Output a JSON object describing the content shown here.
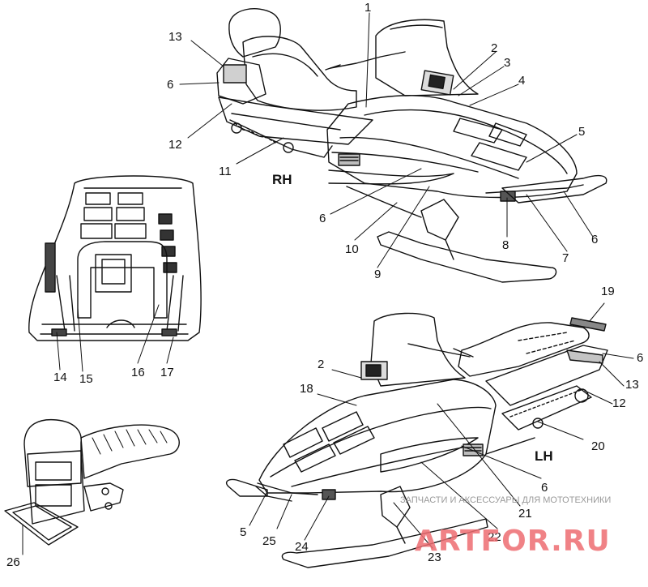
{
  "view_labels": {
    "rh": "RH",
    "lh": "LH"
  },
  "callouts": {
    "c1": "1",
    "c2": "2",
    "c3": "3",
    "c4": "4",
    "c5": "5",
    "c6": "6",
    "c7": "7",
    "c8": "8",
    "c9": "9",
    "c10": "10",
    "c11": "11",
    "c12": "12",
    "c13": "13",
    "c14": "14",
    "c15": "15",
    "c16": "16",
    "c17": "17",
    "c18": "18",
    "c19": "19",
    "c20": "20",
    "c21": "21",
    "c22": "22",
    "c23": "23",
    "c24": "24",
    "c25": "25",
    "c26": "26"
  },
  "watermark": {
    "tagline": "ЗАПЧАСТИ И АКСЕССУАРЫ ДЛЯ МОТОТЕХНИКИ",
    "logo": "ARTFOR.RU"
  },
  "colors": {
    "line": "#111111",
    "watermark_logo": "#ee6d72",
    "watermark_text": "#9a9a9a"
  }
}
